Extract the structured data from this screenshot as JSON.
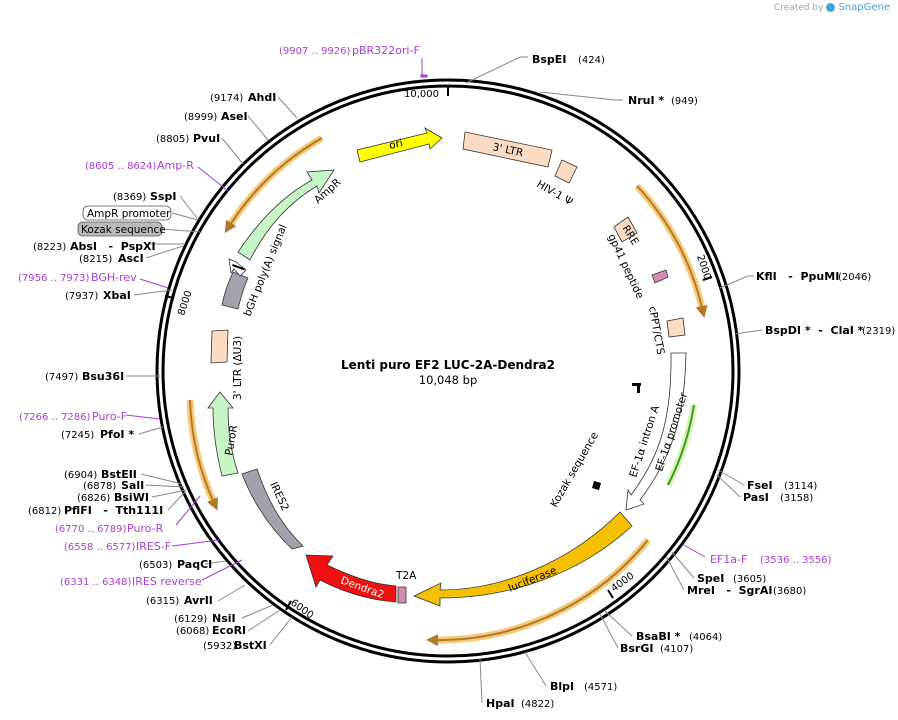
{
  "credit": {
    "prefix": "Created by",
    "brand": "SnapGene"
  },
  "plasmid": {
    "name": "Lenti puro EF2 LUC-2A-Dendra2",
    "size": "10,048 bp",
    "length": 10048
  },
  "ticks": [
    {
      "pos": 0,
      "label": "10,000"
    },
    {
      "pos": 2000,
      "label": "2000"
    },
    {
      "pos": 4000,
      "label": "4000"
    },
    {
      "pos": 6000,
      "label": "6000"
    },
    {
      "pos": 8000,
      "label": "8000"
    }
  ],
  "sites": [
    {
      "name": "BspEI",
      "pos": "(424)",
      "bp": 424
    },
    {
      "name": "NruI *",
      "pos": "(949)",
      "bp": 949
    },
    {
      "name": "KflI   -  PpuMI",
      "pos": "(2046)",
      "bp": 2046
    },
    {
      "name": "BspDI *  -  ClaI *",
      "pos": "(2319)",
      "bp": 2319
    },
    {
      "name": "FseI",
      "pos": "(3114)",
      "bp": 3114
    },
    {
      "name": "PasI",
      "pos": "(3158)",
      "bp": 3158
    },
    {
      "name": "SpeI",
      "pos": "(3605)",
      "bp": 3605
    },
    {
      "name": "MreI   -  SgrAI",
      "pos": "(3680)",
      "bp": 3680
    },
    {
      "name": "BsaBI *",
      "pos": "(4064)",
      "bp": 4064
    },
    {
      "name": "BsrGI",
      "pos": "(4107)",
      "bp": 4107
    },
    {
      "name": "BlpI",
      "pos": "(4571)",
      "bp": 4571
    },
    {
      "name": "HpaI",
      "pos": "(4822)",
      "bp": 4822
    },
    {
      "name": "BstXI",
      "pos": "(5932)",
      "bp": 5932
    },
    {
      "name": "EcoRI",
      "pos": "(6068)",
      "bp": 6068
    },
    {
      "name": "NsiI",
      "pos": "(6129)",
      "bp": 6129
    },
    {
      "name": "AvrII",
      "pos": "(6315)",
      "bp": 6315
    },
    {
      "name": "PaqCI",
      "pos": "(6503)",
      "bp": 6503
    },
    {
      "name": "PflFI   -  Tth111I",
      "pos": "(6812)",
      "bp": 6812
    },
    {
      "name": "BsiWI",
      "pos": "(6826)",
      "bp": 6826
    },
    {
      "name": "SalI",
      "pos": "(6878)",
      "bp": 6878
    },
    {
      "name": "BstEII",
      "pos": "(6904)",
      "bp": 6904
    },
    {
      "name": "PfoI *",
      "pos": "(7245)",
      "bp": 7245
    },
    {
      "name": "Bsu36I",
      "pos": "(7497)",
      "bp": 7497
    },
    {
      "name": "XbaI",
      "pos": "(7937)",
      "bp": 7937
    },
    {
      "name": "AscI",
      "pos": "(8215)",
      "bp": 8215
    },
    {
      "name": "AbsI   -  PspXI",
      "pos": "(8223)",
      "bp": 8223
    },
    {
      "name": "SspI",
      "pos": "(8369)",
      "bp": 8369
    },
    {
      "name": "PvuI",
      "pos": "(8805)",
      "bp": 8805
    },
    {
      "name": "AseI",
      "pos": "(8999)",
      "bp": 8999
    },
    {
      "name": "AhdI",
      "pos": "(9174)",
      "bp": 9174
    }
  ],
  "primers": [
    {
      "name": "pBR322ori-F",
      "pos": "(9907 .. 9926)",
      "bp": 9916
    },
    {
      "name": "EF1a-F",
      "pos": "(3536 .. 3556)",
      "bp": 3546
    },
    {
      "name": "IRES reverse",
      "pos": "(6331 .. 6348)",
      "bp": 6340
    },
    {
      "name": "IRES-F",
      "pos": "(6558 .. 6577)",
      "bp": 6567
    },
    {
      "name": "Puro-R",
      "pos": "(6770 .. 6789)",
      "bp": 6780
    },
    {
      "name": "Puro-F",
      "pos": "(7266 .. 7286)",
      "bp": 7276
    },
    {
      "name": "BGH-rev",
      "pos": "(7956 .. 7973)",
      "bp": 7964
    },
    {
      "name": "Amp-R",
      "pos": "(8605 .. 8624)",
      "bp": 8614
    }
  ],
  "boxed_labels": [
    {
      "name": "AmpR promoter",
      "style": "outline"
    },
    {
      "name": "Kozak sequence",
      "style": "filled"
    }
  ],
  "features": [
    {
      "name": "ori",
      "color": "#ffff00"
    },
    {
      "name": "3' LTR",
      "color": "#fbdcc2"
    },
    {
      "name": "HIV-1 Ψ",
      "color": "#fbdcc2"
    },
    {
      "name": "RRE",
      "color": "#fbdcc2"
    },
    {
      "name": "gp41 peptide",
      "color": "#d68bb0"
    },
    {
      "name": "cPPT/CTS",
      "color": "#fbdcc2"
    },
    {
      "name": "EF-1α promoter",
      "color": "#ffffff"
    },
    {
      "name": "EF-1α intron A",
      "color": "#000000"
    },
    {
      "name": "Kozak sequence",
      "color": "#000000"
    },
    {
      "name": "luciferase",
      "color": "#f5c000"
    },
    {
      "name": "T2A",
      "color": "#d68bb0"
    },
    {
      "name": "Dendra2",
      "color": "#ee1111"
    },
    {
      "name": "IRES2",
      "color": "#a0a3aa"
    },
    {
      "name": "PuroR",
      "color": "#c8f5c8"
    },
    {
      "name": "3' LTR (ΔU3)",
      "color": "#fbdcc2"
    },
    {
      "name": "bGH poly(A) signal",
      "color": "#a0a3aa"
    },
    {
      "name": "AmpR",
      "color": "#c8f5c8"
    }
  ]
}
